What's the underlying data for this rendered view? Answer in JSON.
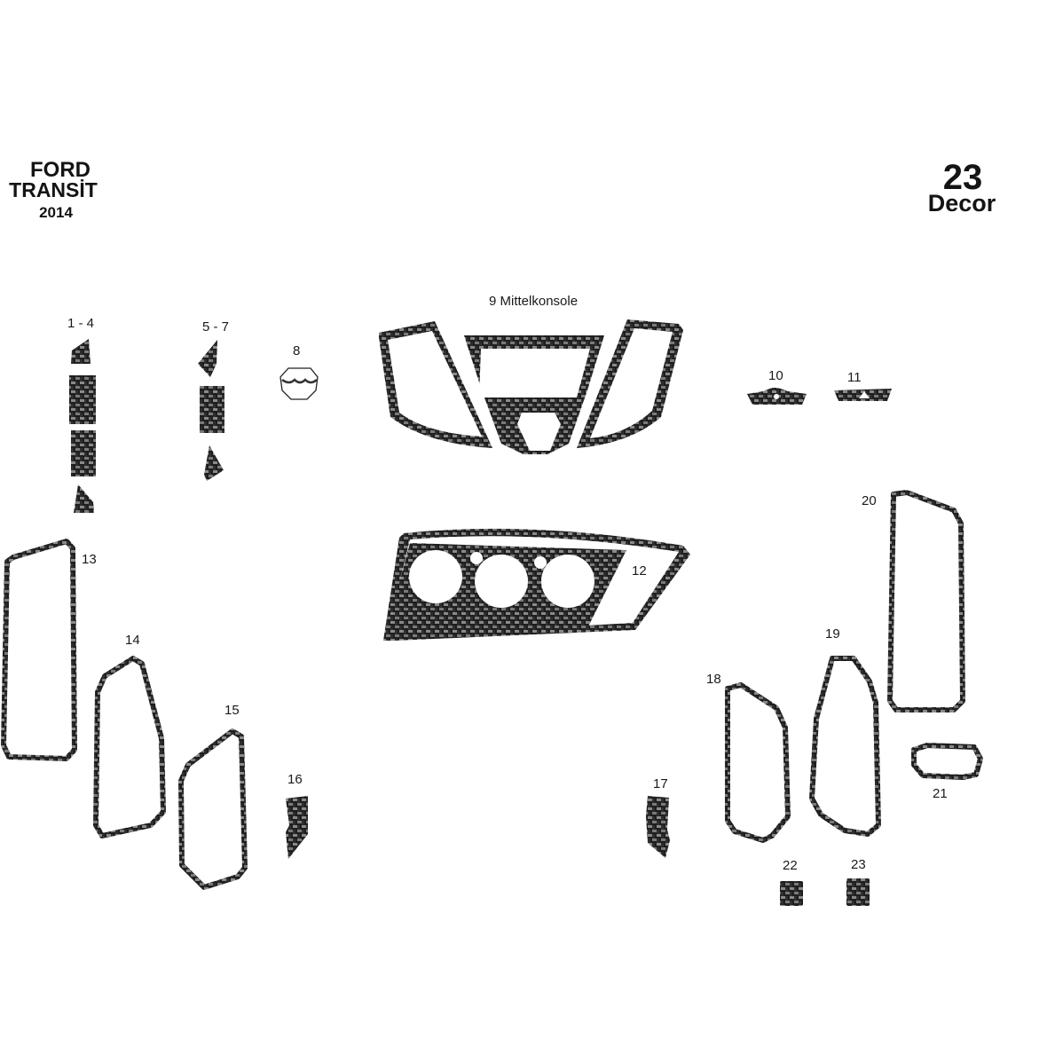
{
  "header": {
    "make": "FORD",
    "model": "TRANSİT",
    "year": "2014",
    "count": "23",
    "kit_name": "Decor"
  },
  "colors": {
    "carbon_dark": "#1e1e1e",
    "carbon_light": "#8a8a8a",
    "background": "#ffffff"
  },
  "parts": [
    {
      "id": "1-4",
      "label": "1 - 4"
    },
    {
      "id": "5-7",
      "label": "5 - 7"
    },
    {
      "id": "8",
      "label": "8"
    },
    {
      "id": "9",
      "label": "9 Mittelkonsole"
    },
    {
      "id": "10",
      "label": "10"
    },
    {
      "id": "11",
      "label": "11"
    },
    {
      "id": "12",
      "label": "12"
    },
    {
      "id": "13",
      "label": "13"
    },
    {
      "id": "14",
      "label": "14"
    },
    {
      "id": "15",
      "label": "15"
    },
    {
      "id": "16",
      "label": "16"
    },
    {
      "id": "17",
      "label": "17"
    },
    {
      "id": "18",
      "label": "18"
    },
    {
      "id": "19",
      "label": "19"
    },
    {
      "id": "20",
      "label": "20"
    },
    {
      "id": "21",
      "label": "21"
    },
    {
      "id": "22",
      "label": "22"
    },
    {
      "id": "23",
      "label": "23"
    }
  ]
}
